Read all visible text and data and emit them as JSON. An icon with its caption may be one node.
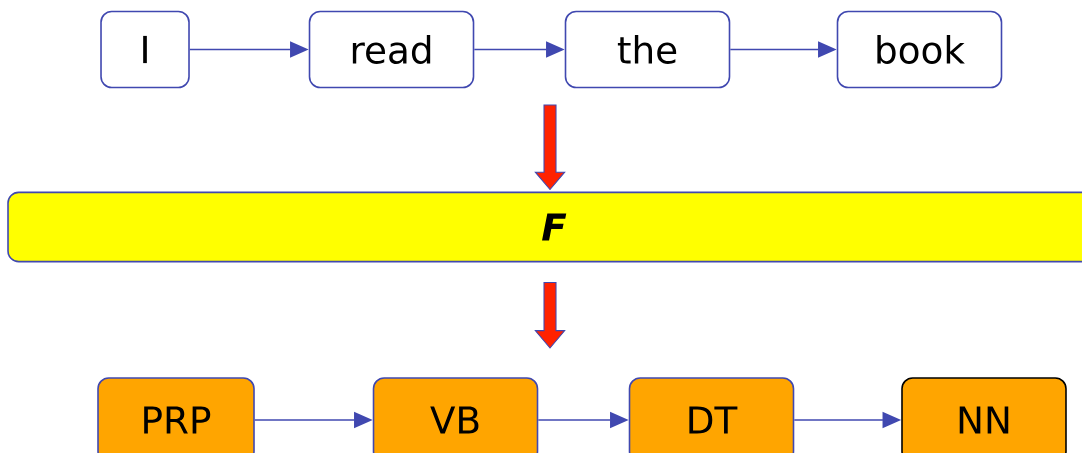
{
  "diagram": {
    "nodes": [
      {
        "text": [
          "I"
        ]
      },
      {
        "text": [
          "read"
        ]
      },
      {
        "text": [
          "the"
        ]
      },
      {
        "text": [
          "book"
        ]
      },
      {
        "text": [
          "F"
        ]
      },
      {
        "text": [
          "PRP"
        ]
      },
      {
        "text": [
          "VB"
        ]
      },
      {
        "text": [
          "DT"
        ]
      },
      {
        "text": [
          "NN"
        ]
      }
    ],
    "edges": [
      {
        "from": 0,
        "to": 1,
        "arrow": "to"
      },
      {
        "from": 1,
        "to": 2,
        "arrow": "to"
      },
      {
        "from": 2,
        "to": 3,
        "arrow": "to"
      },
      {
        "from": null,
        "to": 4,
        "arrow": "to",
        "style": "thick",
        "color": "#ff2200"
      },
      {
        "from": 4,
        "to": null,
        "arrow": "to",
        "style": "thick",
        "color": "#ff2200"
      },
      {
        "from": 5,
        "to": 6,
        "arrow": "to"
      },
      {
        "from": 6,
        "to": 7,
        "arrow": "to"
      },
      {
        "from": 7,
        "to": 8,
        "arrow": "to"
      }
    ]
  }
}
